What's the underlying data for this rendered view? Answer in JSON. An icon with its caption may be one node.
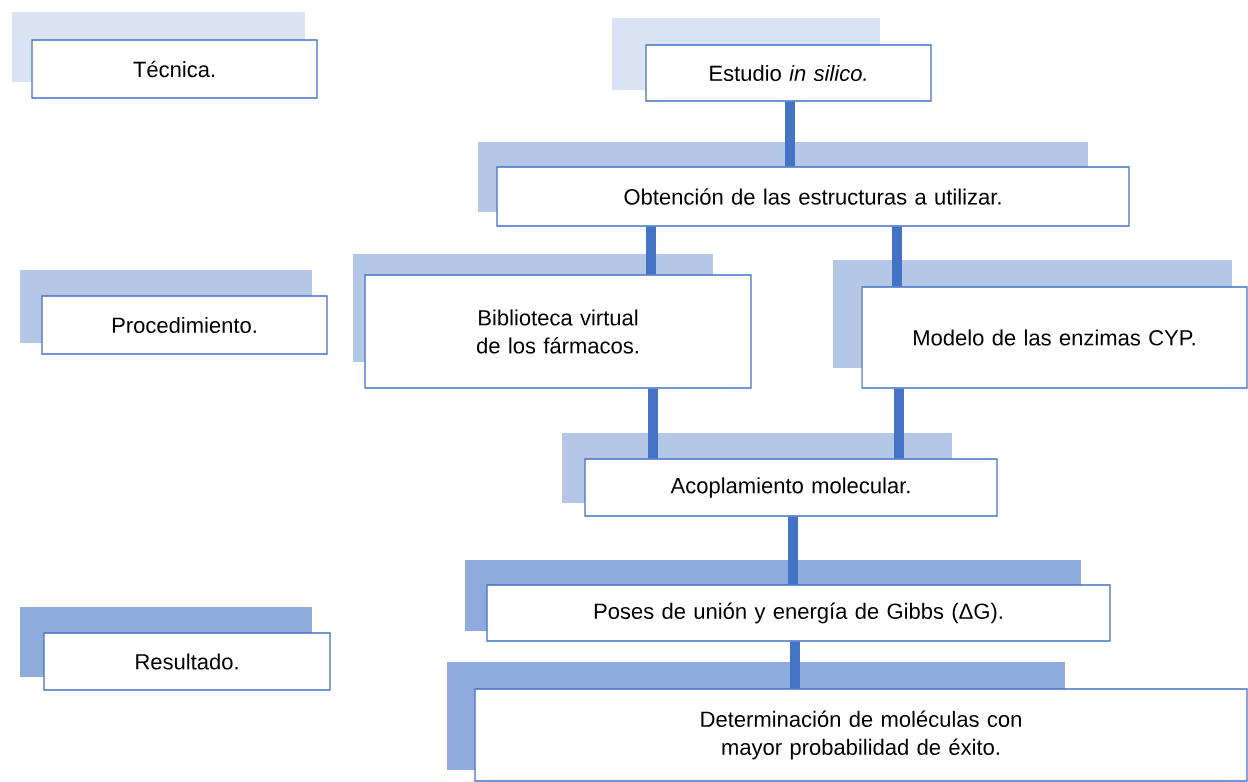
{
  "diagram": {
    "nodes": [
      {
        "text": [
          "Técnica."
        ]
      },
      {
        "text": [
          "Estudio *in silico.*"
        ]
      },
      {
        "text": [
          "Obtención de las estructuras a utilizar."
        ]
      },
      {
        "text": [
          "Procedimiento."
        ]
      },
      {
        "text": [
          "Biblioteca virtual de los fármacos."
        ]
      },
      {
        "text": [
          "Modelo de las enzimas CYP."
        ]
      },
      {
        "text": [
          "Acoplamiento molecular."
        ]
      },
      {
        "text": [
          "Resultado."
        ]
      },
      {
        "text": [
          "Poses de unión y energía de Gibbs (ΔG)."
        ]
      },
      {
        "text": [
          "Determinación de moléculas con mayor probabilidad de éxito."
        ]
      }
    ],
    "edges": [
      {
        "from": 1,
        "to": 2,
        "arrow": "none"
      },
      {
        "from": 2,
        "to": 4,
        "arrow": "none"
      },
      {
        "from": 2,
        "to": 5,
        "arrow": "none"
      },
      {
        "from": 4,
        "to": 6,
        "arrow": "none"
      },
      {
        "from": 5,
        "to": 6,
        "arrow": "none"
      },
      {
        "from": 6,
        "to": 8,
        "arrow": "none"
      },
      {
        "from": 8,
        "to": 9,
        "arrow": "none"
      }
    ]
  }
}
